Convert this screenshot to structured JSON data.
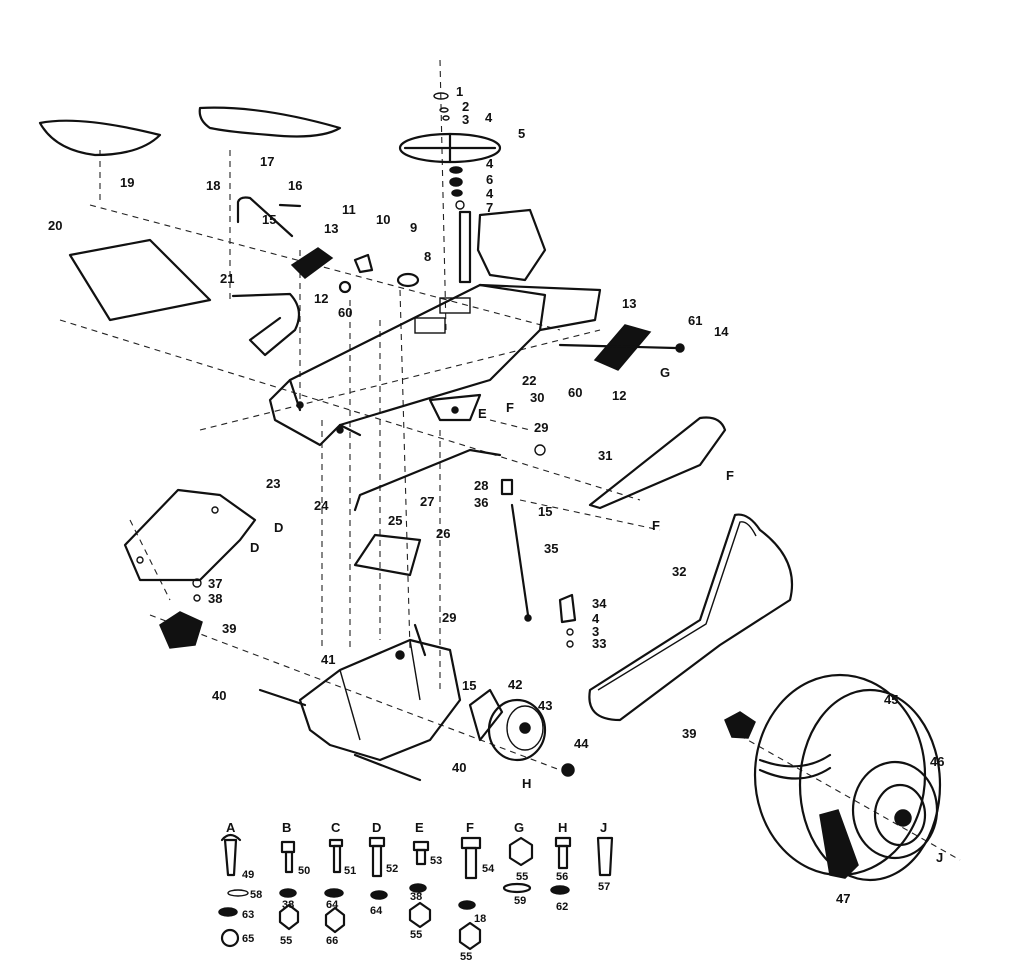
{
  "callouts": [
    "1",
    "2",
    "3",
    "4",
    "5",
    "4",
    "6",
    "4",
    "7",
    "8",
    "9",
    "10",
    "11",
    "12",
    "13",
    "14",
    "15",
    "16",
    "17",
    "18",
    "19",
    "20",
    "21",
    "22",
    "23",
    "24",
    "25",
    "26",
    "27",
    "28",
    "29",
    "30",
    "31",
    "32",
    "33",
    "34",
    "35",
    "36",
    "37",
    "38",
    "39",
    "40",
    "41",
    "42",
    "43",
    "44",
    "45",
    "46",
    "47",
    "60",
    "60",
    "61",
    "12",
    "13",
    "29",
    "39",
    "40",
    "4",
    "3",
    "15",
    "15",
    "E",
    "F",
    "F",
    "F",
    "G",
    "D",
    "D",
    "H",
    "J"
  ],
  "hardware": [
    {
      "letter": "A",
      "part": "49"
    },
    {
      "letter": "B",
      "part": "50"
    },
    {
      "letter": "C",
      "part": "51"
    },
    {
      "letter": "D",
      "part": "52"
    },
    {
      "letter": "E",
      "part": "53"
    },
    {
      "letter": "F",
      "part": "54"
    },
    {
      "letter": "G",
      "part": "55"
    },
    {
      "letter": "H",
      "part": "56"
    },
    {
      "letter": "J",
      "part": "57"
    }
  ],
  "hardware_sub": [
    "58",
    "63",
    "65",
    "38",
    "55",
    "64",
    "66",
    "64",
    "38",
    "55",
    "18",
    "55",
    "59",
    "62"
  ]
}
